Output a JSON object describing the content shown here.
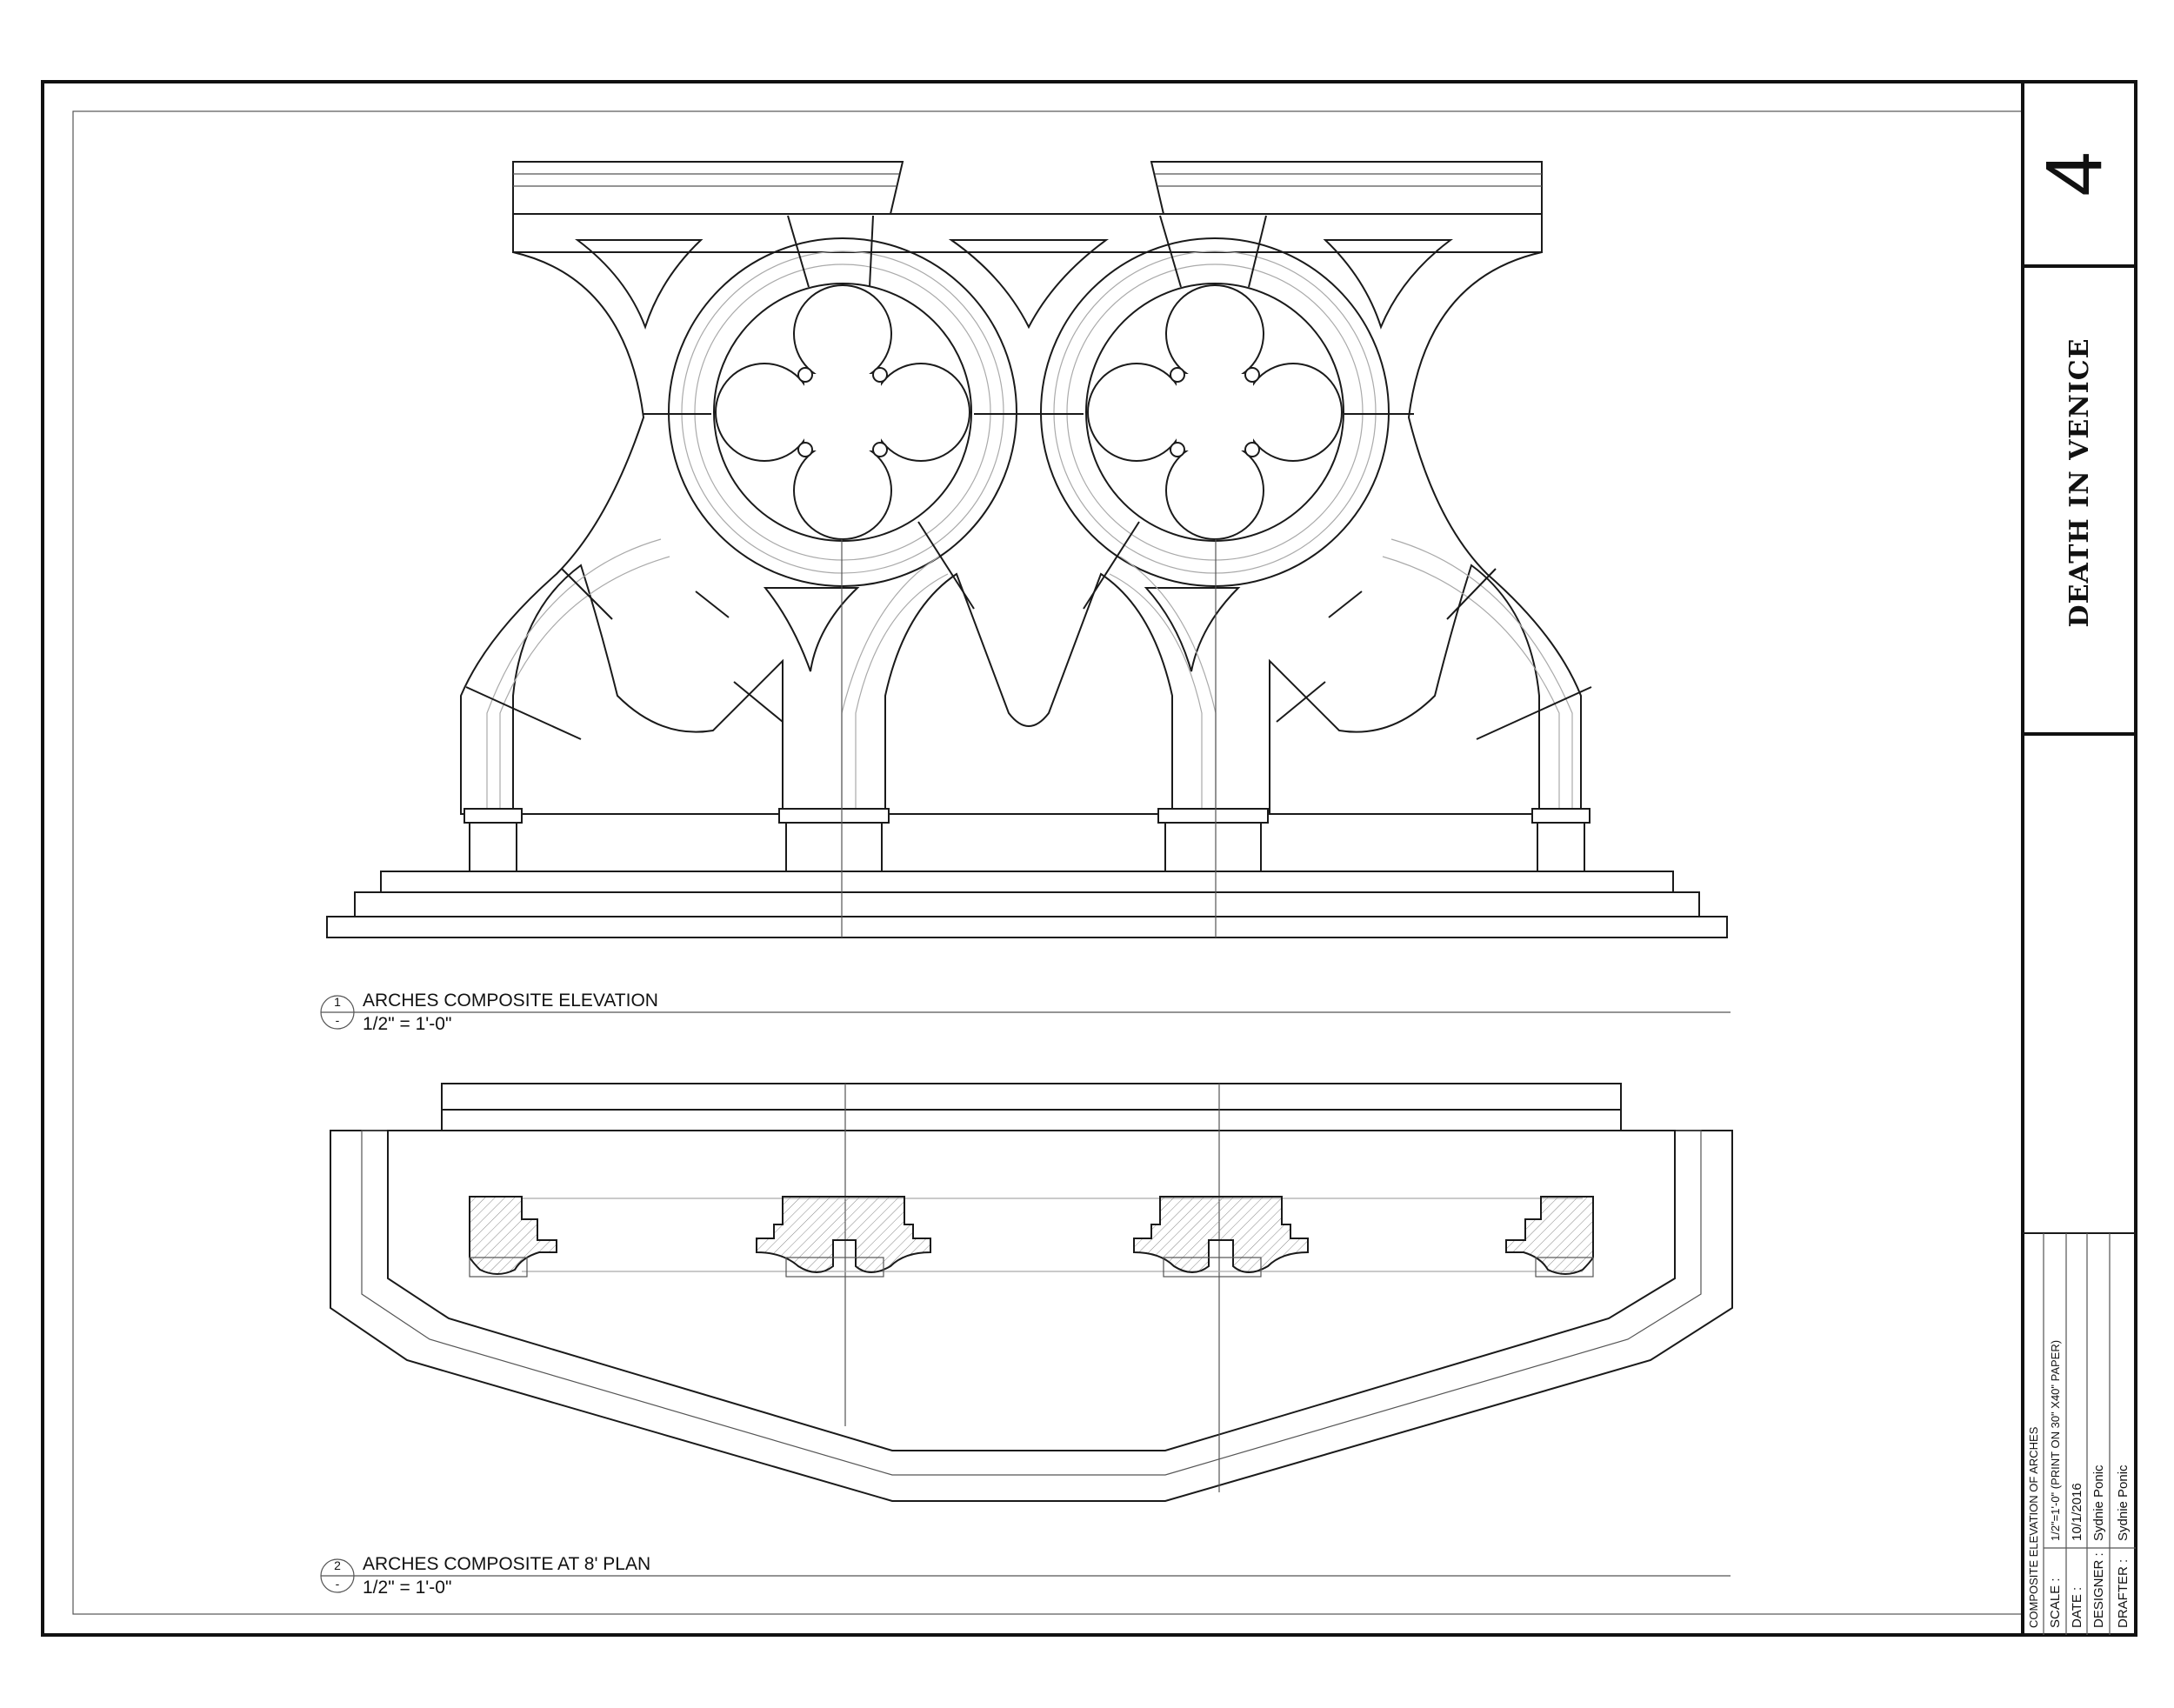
{
  "sheet": {
    "number": "4",
    "project_title": "DEATH IN VENICE"
  },
  "views": [
    {
      "number": "1",
      "sheet_ref": "-",
      "title": "ARCHES COMPOSITE ELEVATION",
      "scale": "1/2\" = 1'-0\""
    },
    {
      "number": "2",
      "sheet_ref": "-",
      "title": "ARCHES COMPOSITE AT 8' PLAN",
      "scale": "1/2\" = 1'-0\""
    }
  ],
  "title_block": {
    "drawing_name": "COMPOSITE ELEVATION OF ARCHES",
    "rows": [
      {
        "label": "SCALE :",
        "value": "1/2\"=1'-0\" (PRINT ON 30\" X40\" PAPER)"
      },
      {
        "label": "DATE :",
        "value": "10/1/2016"
      },
      {
        "label": "DESIGNER :",
        "value": "Sydnie Ponic"
      },
      {
        "label": "DRAFTER :",
        "value": "Sydnie Ponic"
      }
    ]
  },
  "colors": {
    "line": "#1a1a1a",
    "paper": "#ffffff",
    "hatch": "#888888"
  }
}
